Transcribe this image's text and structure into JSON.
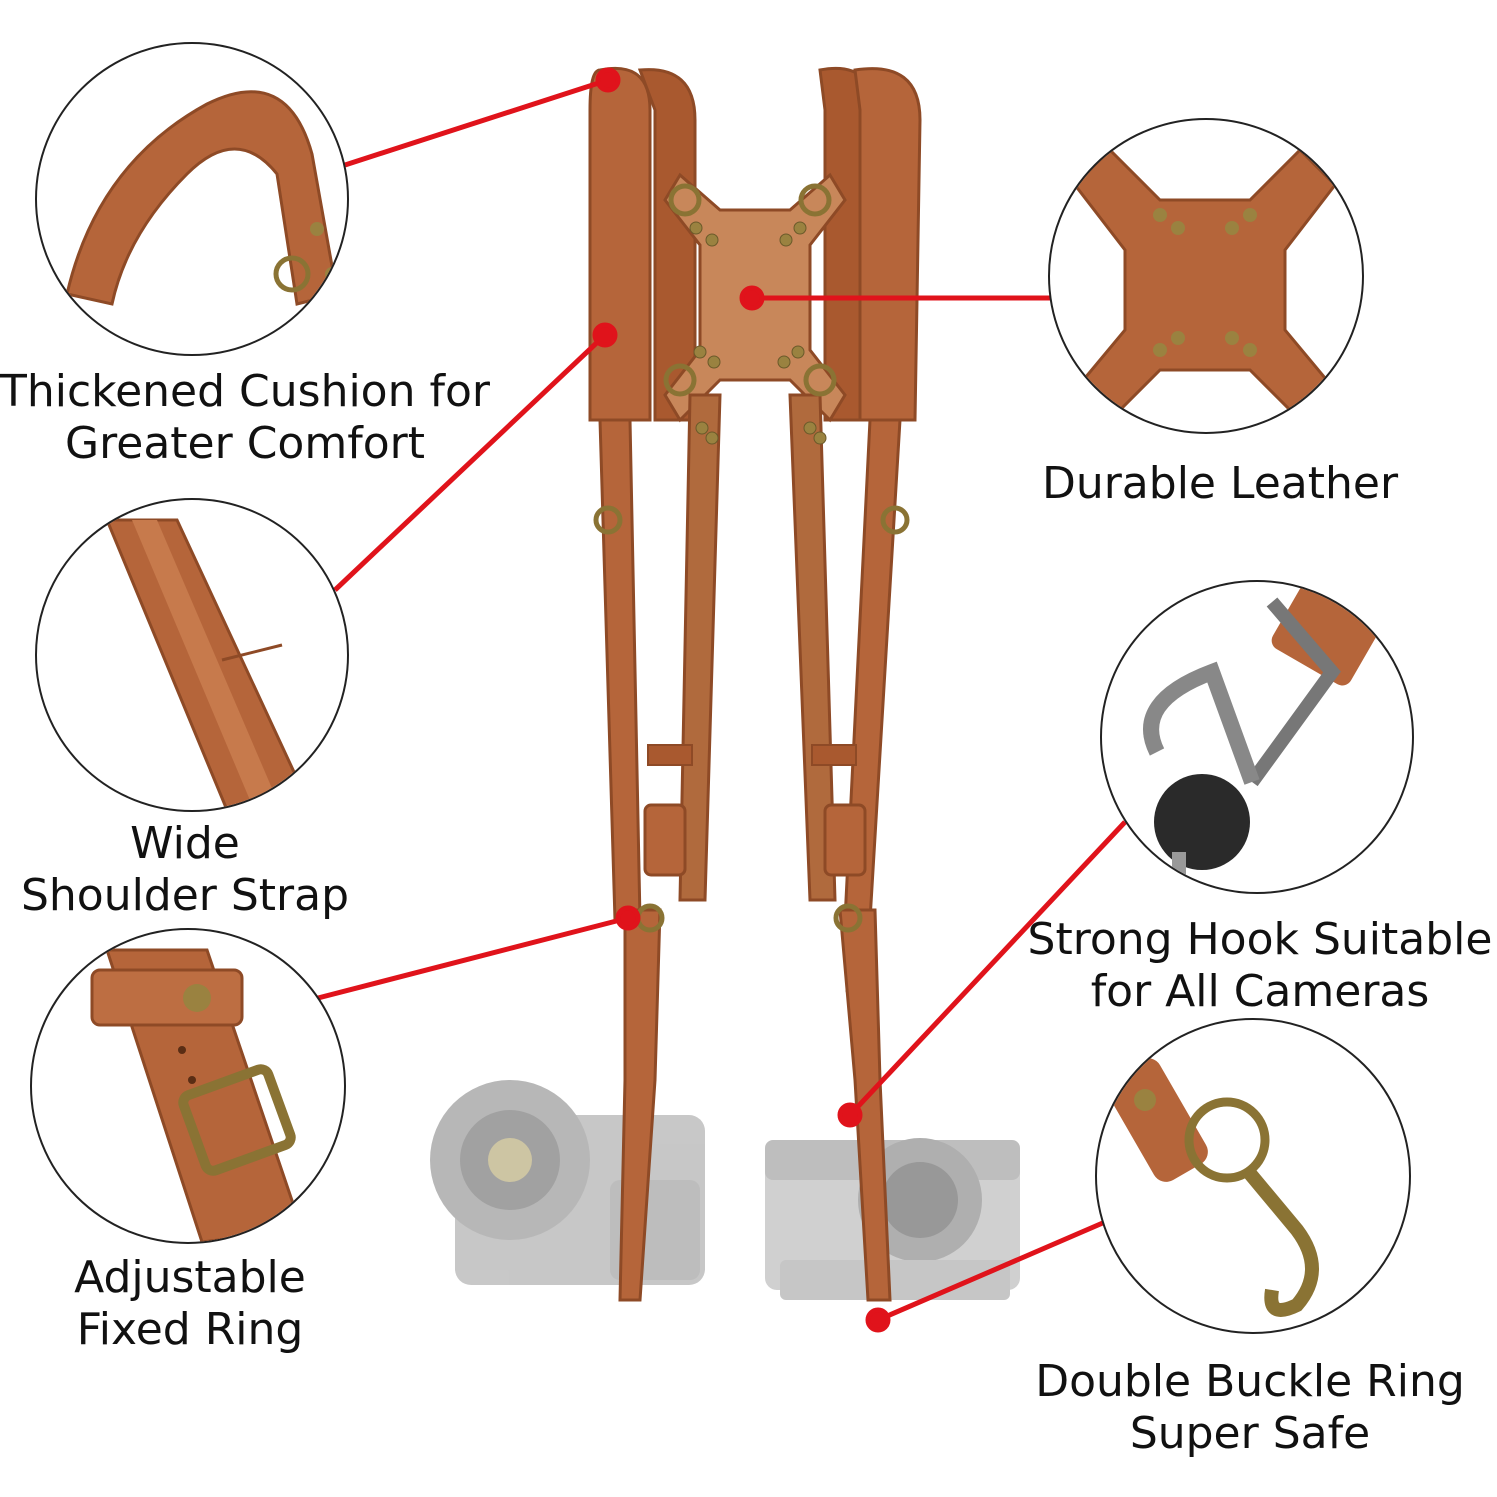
{
  "callouts": {
    "cushion": {
      "line1": "Thickened Cushion for",
      "line2": "Greater Comfort"
    },
    "strap": {
      "line1": "Wide",
      "line2": "Shoulder Strap"
    },
    "ring": {
      "line1": "Adjustable",
      "line2": "Fixed Ring"
    },
    "leather": {
      "line1": "Durable Leather"
    },
    "hook": {
      "line1": "Strong Hook Suitable",
      "line2": "for All Cameras"
    },
    "buckle": {
      "line1": "Double Buckle Ring",
      "line2": "Super Safe"
    }
  },
  "colors": {
    "leather": "#b5653a",
    "leather_dark": "#8e4a26",
    "suede": "#c8875a",
    "brass": "#9a8240",
    "pointer": "#e0131b",
    "camera": "#bdbdbd"
  }
}
